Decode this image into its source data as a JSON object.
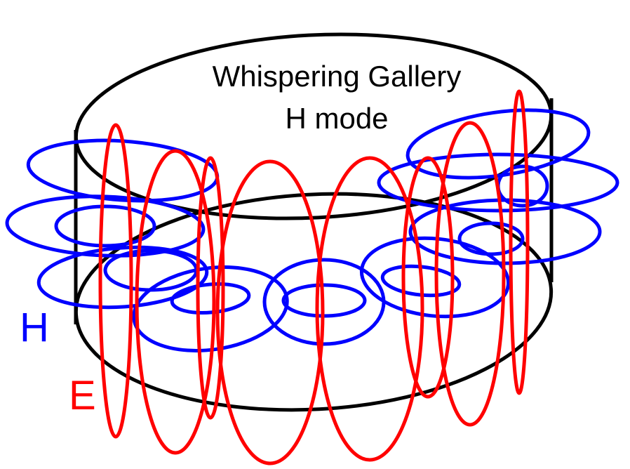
{
  "title_line1": "Whispering Gallery",
  "title_line2": "H mode",
  "label_h": "H",
  "label_e": "E",
  "colors": {
    "cavity": "#000000",
    "h_field": "#0000ff",
    "e_field": "#ff0000"
  }
}
